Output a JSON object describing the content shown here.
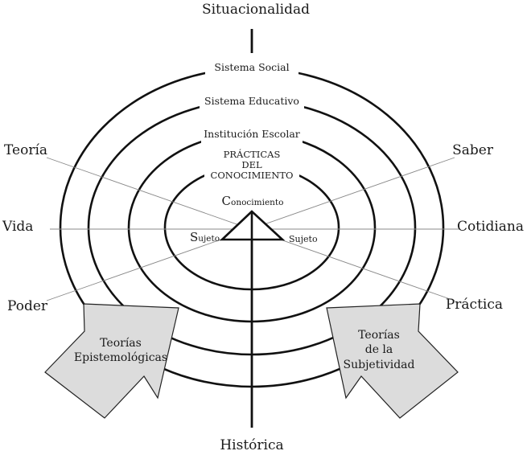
{
  "axes": {
    "top": "Situacionalidad",
    "bottom": "Histórica",
    "left_upper": "Teoría",
    "left_mid": "Vida",
    "left_lower": "Poder",
    "right_upper": "Saber",
    "right_mid": "Cotidiana",
    "right_lower": "Práctica"
  },
  "rings": {
    "outer": "Sistema Social",
    "second": "Sistema Educativo",
    "third": "Institución Escolar",
    "inner_line1": "PRÁCTICAS",
    "inner_line2": "DEL",
    "inner_line3": "CONOCIMIENTO"
  },
  "triangle": {
    "top_initial": "C",
    "top_rest": "onocimiento",
    "left_initial": "S",
    "left_rest": "ujeto",
    "right": "Sujeto"
  },
  "arrows": {
    "left_line1": "Teorías",
    "left_line2": "Epistemológicas",
    "right_line1": "Teorías",
    "right_line2": "de la",
    "right_line3": "Subjetividad"
  },
  "colors": {
    "stroke": "#111111",
    "arrow_fill": "#dcdcdc",
    "thin_line": "#888888"
  }
}
